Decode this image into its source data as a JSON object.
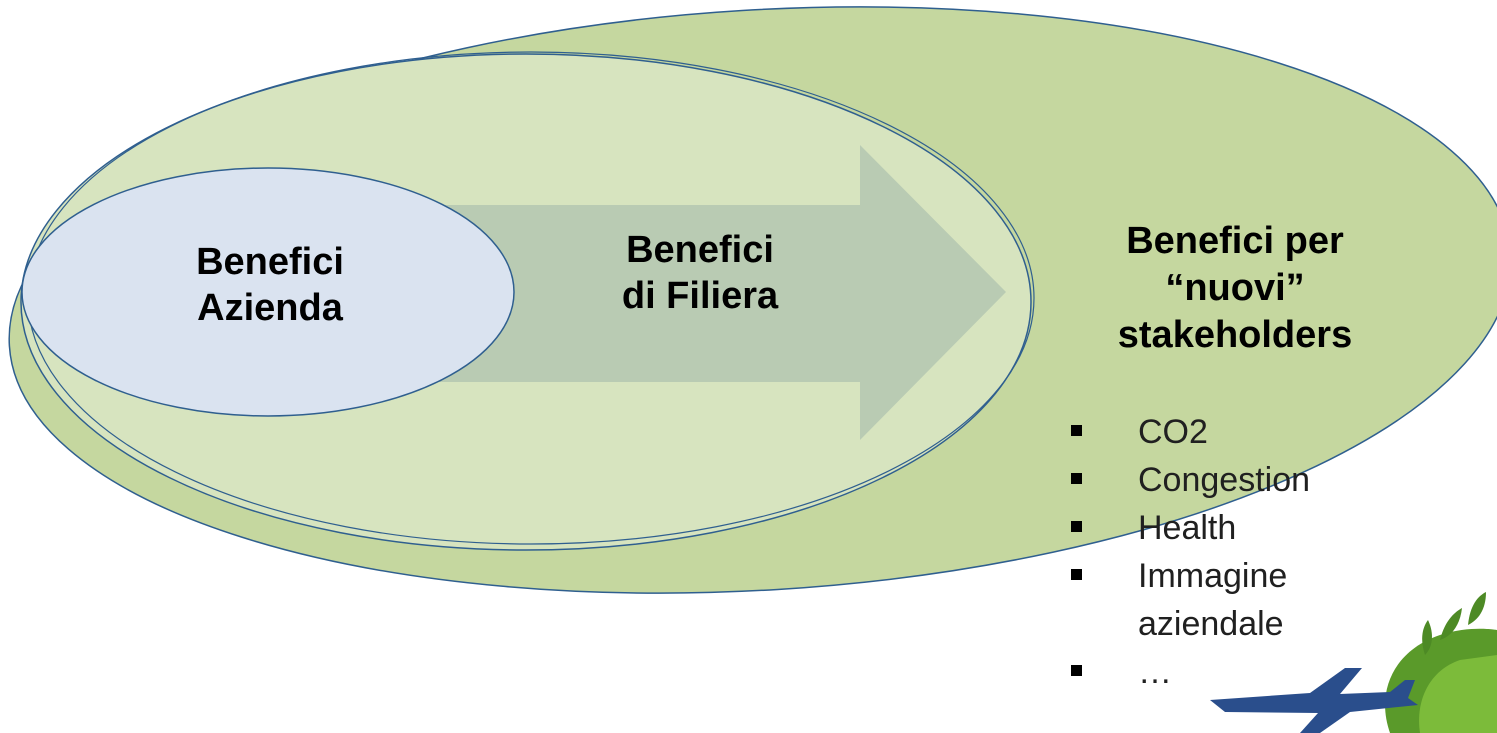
{
  "circles": {
    "inner": {
      "title_line1": "Benefici",
      "title_line2": "Azienda"
    },
    "middle": {
      "title_line1": "Benefici",
      "title_line2": "di Filiera"
    },
    "outer": {
      "title_line1": "Benefici per",
      "title_line2": "“nuovi”",
      "title_line3": "stakeholders",
      "items": [
        "CO2",
        "Congestion",
        "Health",
        "Immagine",
        "aziendale",
        "…"
      ]
    }
  },
  "colors": {
    "outer_fill": "#c5d79f",
    "middle_fill": "#d7e4bf",
    "inner_fill": "#dae3f0",
    "arrow_fill": "#b9cbb3",
    "ellipse_stroke": "#2f5f8f",
    "plane": "#2a4e8c",
    "leaves": "#5a9a2a"
  },
  "icons": {
    "decoration": "airplane-leaves-icon"
  }
}
